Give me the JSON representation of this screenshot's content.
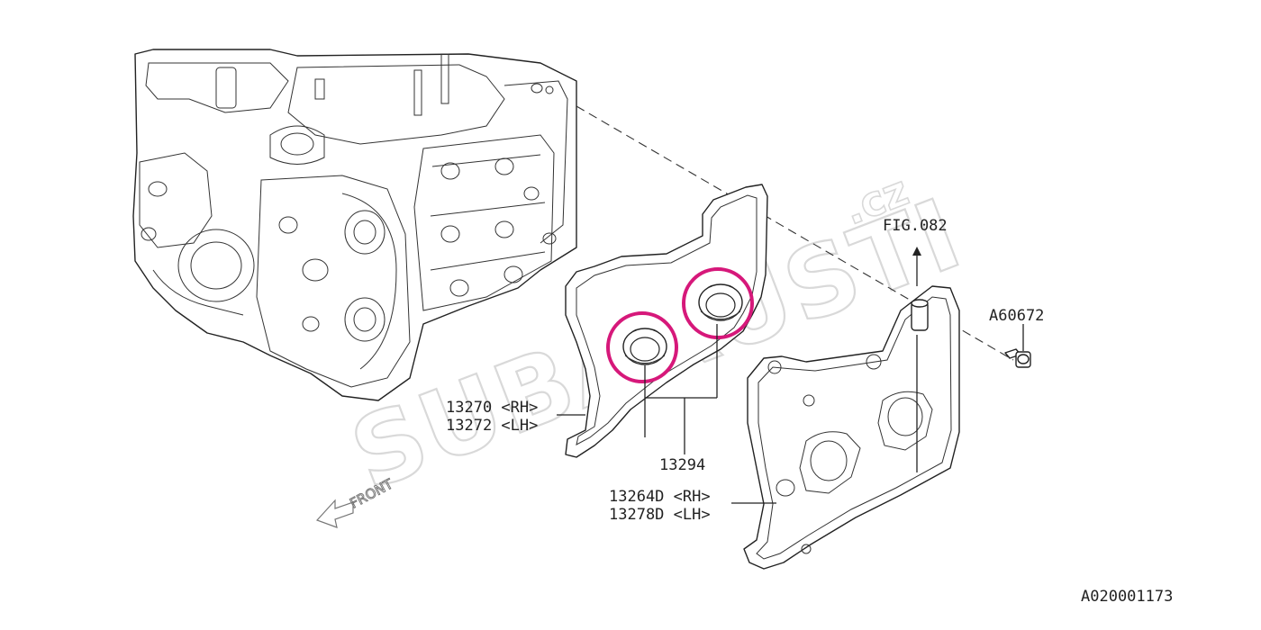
{
  "watermark": {
    "text": "SUBARUSTI",
    "suffix": ".cz"
  },
  "labels": {
    "fig_ref": "FIG.082",
    "bolt": "A60672",
    "gasket_rh": "13270 <RH>",
    "gasket_lh": "13272 <LH>",
    "plug_seal": "13294",
    "cover_rh": "13264D <RH>",
    "cover_lh": "13278D <LH>",
    "front": "FRONT",
    "diagram_id": "A020001173"
  },
  "colors": {
    "line": "#222222",
    "highlight": "#d6187a",
    "watermark": "#d9d9d9"
  },
  "highlights": [
    "plug-seal-left",
    "plug-seal-right"
  ]
}
